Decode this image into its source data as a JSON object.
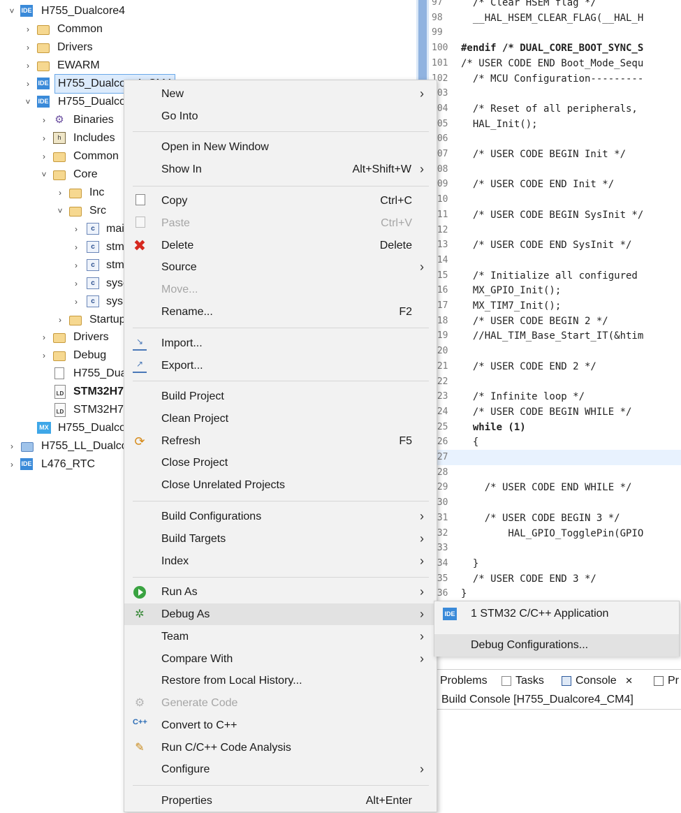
{
  "explorer": {
    "rows": [
      {
        "label": "H755_Dualcore4",
        "arrow": "˅",
        "icon": "ide-project-icon"
      },
      {
        "label": "Common",
        "arrow": "›",
        "icon": "folder-icon"
      },
      {
        "label": "Drivers",
        "arrow": "›",
        "icon": "folder-icon"
      },
      {
        "label": "EWARM",
        "arrow": "›",
        "icon": "folder-icon"
      },
      {
        "label": "H755_Dualcore4_CM4",
        "arrow": "›",
        "icon": "ide-project-icon"
      },
      {
        "label": "H755_Dualcore4_CM7",
        "arrow": "˅",
        "icon": "ide-project-icon"
      },
      {
        "label": "Binaries",
        "arrow": "›",
        "icon": "binaries-icon"
      },
      {
        "label": "Includes",
        "arrow": "›",
        "icon": "includes-icon"
      },
      {
        "label": "Common",
        "arrow": "›",
        "icon": "linked-folder-icon"
      },
      {
        "label": "Core",
        "arrow": "˅",
        "icon": "source-folder-icon"
      },
      {
        "label": "Inc",
        "arrow": "›",
        "icon": "folder-icon"
      },
      {
        "label": "Src",
        "arrow": "˅",
        "icon": "folder-icon"
      },
      {
        "label": "main.c",
        "arrow": "›",
        "icon": "c-file-icon"
      },
      {
        "label": "stm32h7xx_hal_msp.c",
        "arrow": "›",
        "icon": "c-file-icon"
      },
      {
        "label": "stm32h7xx_it.c",
        "arrow": "›",
        "icon": "c-file-icon"
      },
      {
        "label": "syscalls.c",
        "arrow": "›",
        "icon": "c-file-icon"
      },
      {
        "label": "sysmem.c",
        "arrow": "›",
        "icon": "c-file-icon"
      },
      {
        "label": "Startup",
        "arrow": "›",
        "icon": "folder-icon"
      },
      {
        "label": "Drivers",
        "arrow": "›",
        "icon": "linked-folder-icon"
      },
      {
        "label": "Debug",
        "arrow": "›",
        "icon": "folder-icon"
      },
      {
        "label": "H755_Dualcore4_CM7 Debug.launch",
        "arrow": "",
        "icon": "document-icon"
      },
      {
        "label": "STM32H755ZITX_FLASH.ld",
        "arrow": "",
        "icon": "linker-file-icon"
      },
      {
        "label": "STM32H755ZITX_RAM.ld",
        "arrow": "",
        "icon": "linker-file-icon"
      },
      {
        "label": "H755_Dualcore4.ioc",
        "arrow": "",
        "icon": "mx-file-icon"
      },
      {
        "label": "H755_LL_Dualcore",
        "arrow": "›",
        "icon": "project-icon"
      },
      {
        "label": "L476_RTC",
        "arrow": "›",
        "icon": "ide-project-icon"
      }
    ]
  },
  "editor": {
    "lines": [
      {
        "n": "97",
        "t": "  /* Clear HSEM flag */"
      },
      {
        "n": "98",
        "t": "  __HAL_HSEM_CLEAR_FLAG(__HAL_H"
      },
      {
        "n": "99",
        "t": ""
      },
      {
        "n": "100",
        "t": "#endif /* DUAL_CORE_BOOT_SYNC_S"
      },
      {
        "n": "101",
        "t": "/* USER CODE END Boot_Mode_Sequ"
      },
      {
        "n": "102",
        "t": "  /* MCU Configuration---------"
      },
      {
        "n": "103",
        "t": ""
      },
      {
        "n": "104",
        "t": "  /* Reset of all peripherals,"
      },
      {
        "n": "105",
        "t": "  HAL_Init();"
      },
      {
        "n": "106",
        "t": ""
      },
      {
        "n": "107",
        "t": "  /* USER CODE BEGIN Init */"
      },
      {
        "n": "108",
        "t": ""
      },
      {
        "n": "109",
        "t": "  /* USER CODE END Init */"
      },
      {
        "n": "110",
        "t": ""
      },
      {
        "n": "111",
        "t": "  /* USER CODE BEGIN SysInit */"
      },
      {
        "n": "112",
        "t": ""
      },
      {
        "n": "113",
        "t": "  /* USER CODE END SysInit */"
      },
      {
        "n": "114",
        "t": ""
      },
      {
        "n": "115",
        "t": "  /* Initialize all configured"
      },
      {
        "n": "116",
        "t": "  MX_GPIO_Init();"
      },
      {
        "n": "117",
        "t": "  MX_TIM7_Init();"
      },
      {
        "n": "118",
        "t": "  /* USER CODE BEGIN 2 */"
      },
      {
        "n": "119",
        "t": "  //HAL_TIM_Base_Start_IT(&htim"
      },
      {
        "n": "120",
        "t": ""
      },
      {
        "n": "121",
        "t": "  /* USER CODE END 2 */"
      },
      {
        "n": "122",
        "t": ""
      },
      {
        "n": "123",
        "t": "  /* Infinite loop */"
      },
      {
        "n": "124",
        "t": "  /* USER CODE BEGIN WHILE */"
      },
      {
        "n": "125",
        "t": "  while (1)"
      },
      {
        "n": "126",
        "t": "  {"
      },
      {
        "n": "127",
        "t": ""
      },
      {
        "n": "128",
        "t": ""
      },
      {
        "n": "129",
        "t": "    /* USER CODE END WHILE */"
      },
      {
        "n": "130",
        "t": ""
      },
      {
        "n": "131",
        "t": "    /* USER CODE BEGIN 3 */"
      },
      {
        "n": "132",
        "t": "        HAL_GPIO_TogglePin(GPIO"
      },
      {
        "n": "133",
        "t": ""
      },
      {
        "n": "134",
        "t": "  }"
      },
      {
        "n": "135",
        "t": "  /* USER CODE END 3 */"
      },
      {
        "n": "136",
        "t": "}"
      }
    ]
  },
  "context_menu": {
    "items": [
      {
        "label": "New",
        "key": "",
        "sub": true
      },
      {
        "label": "Go Into",
        "key": ""
      },
      {
        "label": "Open in New Window",
        "key": ""
      },
      {
        "label": "Show In",
        "key": "Alt+Shift+W",
        "sub": true
      },
      {
        "label": "Copy",
        "key": "Ctrl+C"
      },
      {
        "label": "Paste",
        "key": "Ctrl+V"
      },
      {
        "label": "Delete",
        "key": "Delete"
      },
      {
        "label": "Source",
        "key": "",
        "sub": true
      },
      {
        "label": "Move...",
        "key": ""
      },
      {
        "label": "Rename...",
        "key": "F2"
      },
      {
        "label": "Import...",
        "key": ""
      },
      {
        "label": "Export...",
        "key": ""
      },
      {
        "label": "Build Project",
        "key": ""
      },
      {
        "label": "Clean Project",
        "key": ""
      },
      {
        "label": "Refresh",
        "key": "F5"
      },
      {
        "label": "Close Project",
        "key": ""
      },
      {
        "label": "Close Unrelated Projects",
        "key": ""
      },
      {
        "label": "Build Configurations",
        "key": "",
        "sub": true
      },
      {
        "label": "Build Targets",
        "key": "",
        "sub": true
      },
      {
        "label": "Index",
        "key": "",
        "sub": true
      },
      {
        "label": "Run As",
        "key": "",
        "sub": true
      },
      {
        "label": "Debug As",
        "key": "",
        "sub": true
      },
      {
        "label": "Team",
        "key": "",
        "sub": true
      },
      {
        "label": "Compare With",
        "key": "",
        "sub": true
      },
      {
        "label": "Restore from Local History...",
        "key": ""
      },
      {
        "label": "Generate Code",
        "key": ""
      },
      {
        "label": "Convert to C++",
        "key": ""
      },
      {
        "label": "Run C/C++ Code Analysis",
        "key": ""
      },
      {
        "label": "Configure",
        "key": "",
        "sub": true
      },
      {
        "label": "Properties",
        "key": "Alt+Enter"
      }
    ],
    "arrow": "›"
  },
  "submenu": {
    "items": [
      {
        "label": "1 STM32 C/C++ Application"
      },
      {
        "label": "Debug Configurations..."
      }
    ],
    "ide_badge": "IDE"
  },
  "bottom_panel": {
    "tabs": [
      "Problems",
      "Tasks",
      "Console",
      "Pr"
    ],
    "close_glyph": "✕",
    "console_title": "Build Console [H755_Dualcore4_CM4]"
  },
  "icon_text": {
    "ide": "IDE",
    "mx": "MX",
    "c": "c",
    "ld": "LD",
    "cpp": "C++"
  },
  "colors": {
    "menu_bg": "#f2f2f2",
    "selection": "#dcebfc",
    "comment": "#3f7f5f",
    "keyword": "#7f0055"
  }
}
